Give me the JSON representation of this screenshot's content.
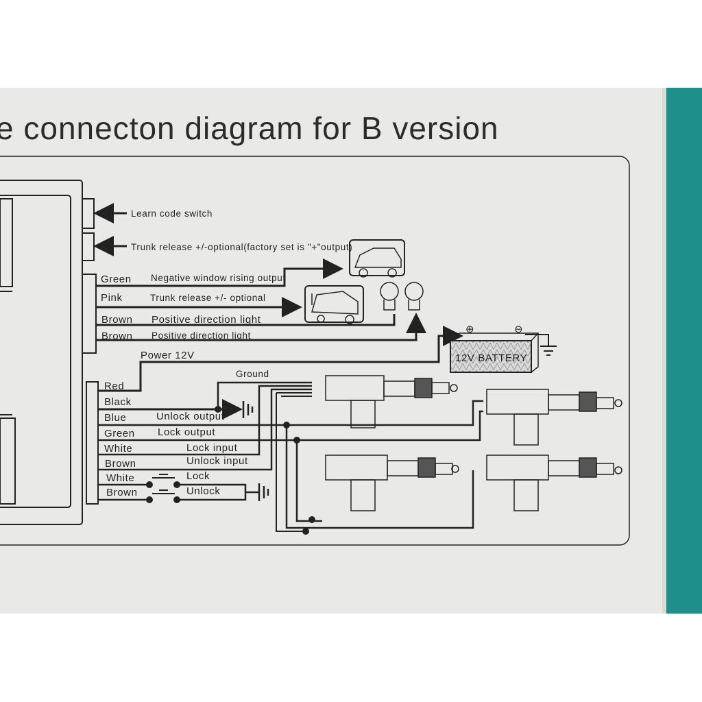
{
  "title": "e connecton diagram for B version",
  "annotations": {
    "learn_code": "Learn code switch",
    "trunk_optional": "Trunk release +/-optional(factory set is \"+\"output)"
  },
  "upper_wires": [
    {
      "color": "Green",
      "desc": "Negative window rising output"
    },
    {
      "color": "Pink",
      "desc": "Trunk release +/- optional"
    },
    {
      "color": "Brown",
      "desc": "Positive direction light"
    },
    {
      "color": "Brown",
      "desc": "Positive direction light"
    }
  ],
  "power_label": "Power 12V",
  "ground_label": "Ground",
  "battery_label": "12V BATTERY",
  "lower_wires": [
    {
      "color": "Red",
      "desc": ""
    },
    {
      "color": "Black",
      "desc": ""
    },
    {
      "color": "Blue",
      "desc": "Unlock output"
    },
    {
      "color": "Green",
      "desc": "Lock output"
    },
    {
      "color": "White",
      "desc": "Lock input"
    },
    {
      "color": "Brown",
      "desc": "Unlock input"
    },
    {
      "color": "White",
      "desc": "Lock"
    },
    {
      "color": "Brown",
      "desc": "Unlock"
    }
  ],
  "colors": {
    "paper": "#e9eae8",
    "ink": "#222222",
    "teal": "#1f8f8a"
  }
}
